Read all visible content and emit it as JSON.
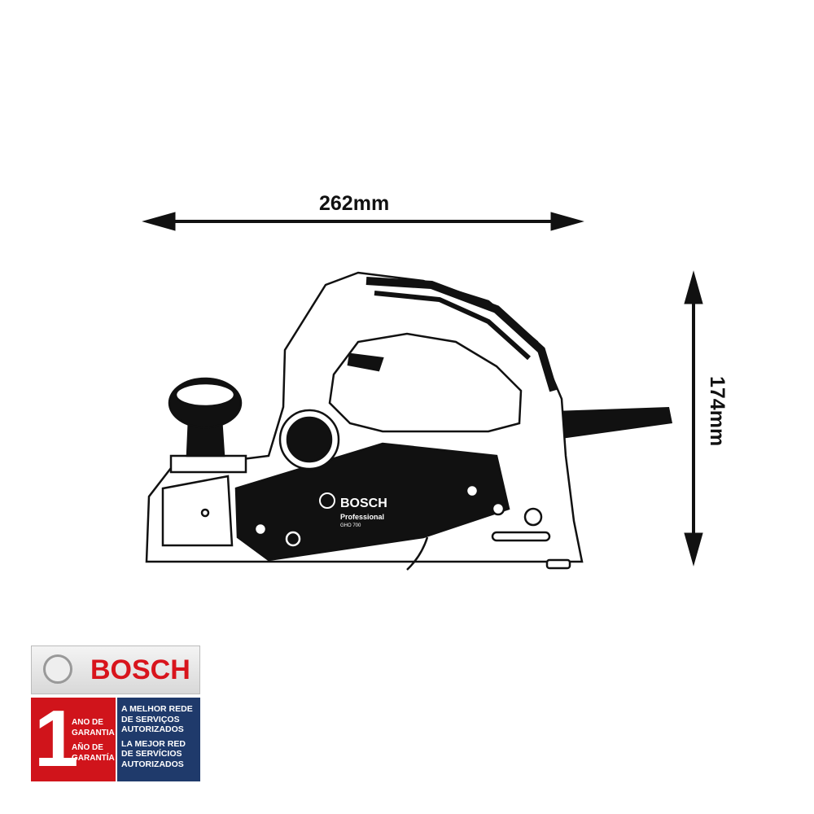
{
  "dimensions": {
    "width_label": "262mm",
    "height_label": "174mm"
  },
  "tool": {
    "brand": "BOSCH",
    "line": "Professional",
    "model": "GHO 700"
  },
  "badge": {
    "brand": "BOSCH",
    "years": "1",
    "warranty_pt_1": "ANO DE",
    "warranty_pt_2": "GARANTIA",
    "warranty_es_1": "AÑO DE",
    "warranty_es_2": "GARANTÍA",
    "service_pt": [
      "A MELHOR REDE",
      "DE SERVIÇOS",
      "AUTORIZADOS"
    ],
    "service_es": [
      "LA MEJOR RED",
      "DE SERVÍCIOS",
      "AUTORIZADOS"
    ],
    "colors": {
      "red": "#d0141b",
      "blue": "#1f3a6b",
      "brand_red": "#d8141c"
    }
  }
}
